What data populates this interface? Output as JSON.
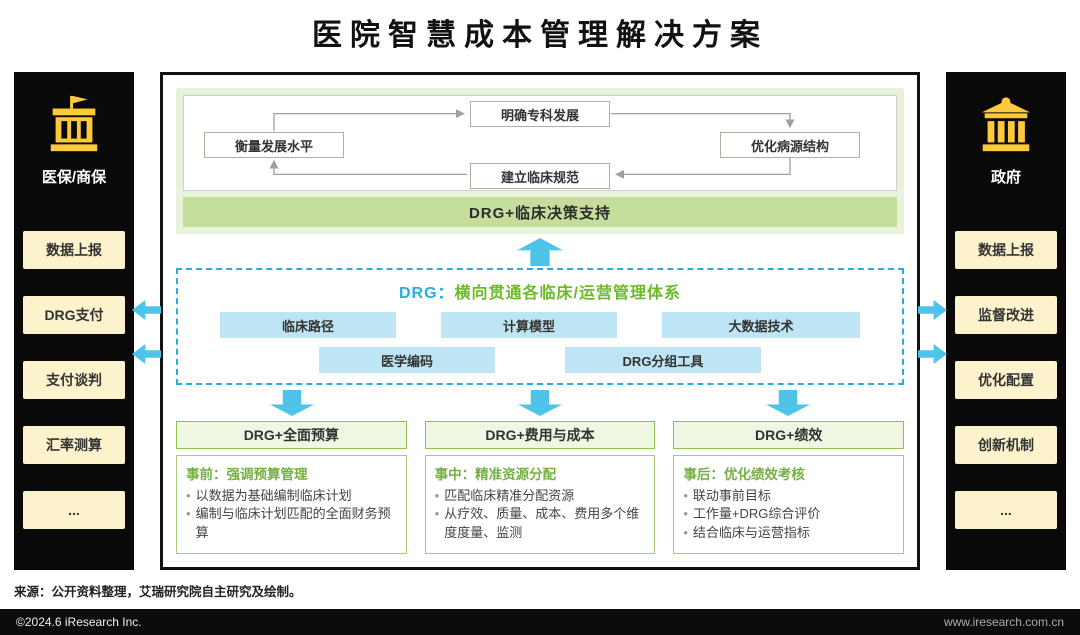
{
  "title": "医院智慧成本管理解决方案",
  "left_panel": {
    "icon": "insurance-bank-icon",
    "label": "医保/商保",
    "items": [
      "数据上报",
      "DRG支付",
      "支付谈判",
      "汇率测算",
      "..."
    ]
  },
  "right_panel": {
    "icon": "government-building-icon",
    "label": "政府",
    "items": [
      "数据上报",
      "监督改进",
      "优化配置",
      "创新机制",
      "..."
    ]
  },
  "center": {
    "cycle": {
      "top": "明确专科发展",
      "left": "衡量发展水平",
      "right": "优化病源结构",
      "bottom": "建立临床规范"
    },
    "decision_bar": "DRG+临床决策支持",
    "drg_system": {
      "title_prefix": "DRG：",
      "title_rest": "横向贯通各临床/运营管理体系",
      "row1": [
        "临床路径",
        "计算模型",
        "大数据技术"
      ],
      "row2": [
        "医学编码",
        "DRG分组工具"
      ]
    },
    "cards": [
      {
        "header": "DRG+全面预算",
        "subtitle": "事前：强调预算管理",
        "bullets": [
          "以数据为基础编制临床计划",
          "编制与临床计划匹配的全面财务预算"
        ]
      },
      {
        "header": "DRG+费用与成本",
        "subtitle": "事中：精准资源分配",
        "bullets": [
          "匹配临床精准分配资源",
          "从疗效、质量、成本、费用多个维度度量、监测"
        ]
      },
      {
        "header": "DRG+绩效",
        "subtitle": "事后：优化绩效考核",
        "bullets": [
          "联动事前目标",
          "工作量+DRG综合评价",
          "结合临床与运营指标"
        ]
      }
    ]
  },
  "source": "来源：公开资料整理，艾瑞研究院自主研究及绘制。",
  "footer": {
    "left": "©2024.6 iResearch Inc.",
    "right": "www.iresearch.com.cn"
  },
  "colors": {
    "accent_yellow": "#FFC93C",
    "cream": "#FCF3CC",
    "light_green": "#E9F3DC",
    "green_bar": "#C5DE9B",
    "green_accent": "#76B043",
    "blue": "#29ABE2",
    "light_blue": "#BEE5F4",
    "arrow_cyan": "#4FC4EA"
  }
}
